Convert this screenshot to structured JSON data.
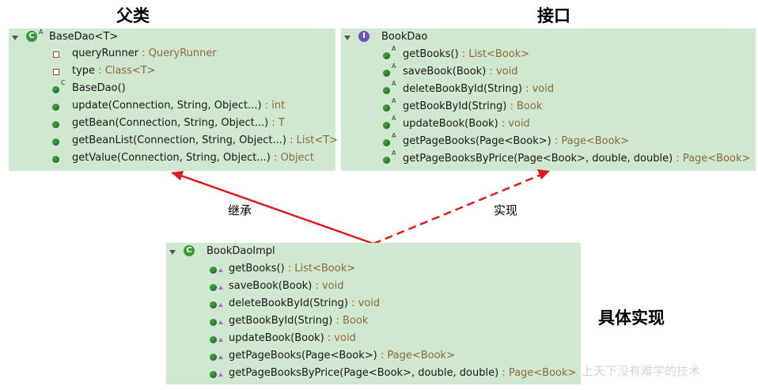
{
  "headings": {
    "parent": "父类",
    "interface": "接口",
    "impl": "具体实现"
  },
  "arrows": {
    "inherit": "继承",
    "implement": "实现"
  },
  "basedao": {
    "class_name": "BaseDao<T>",
    "fields": [
      {
        "name": "queryRunner",
        "type": " : QueryRunner"
      },
      {
        "name": "type",
        "type": " : Class<T>"
      }
    ],
    "constructor": "BaseDao()",
    "methods": [
      {
        "name": "update(Connection, String, Object...)",
        "type": " : int"
      },
      {
        "name": "getBean(Connection, String, Object...)",
        "type": " : T"
      },
      {
        "name": "getBeanList(Connection, String, Object...)",
        "type": " : List<T>"
      },
      {
        "name": "getValue(Connection, String, Object...)",
        "type": " : Object"
      }
    ]
  },
  "bookdao": {
    "interface_name": "BookDao",
    "methods": [
      {
        "name": "getBooks()",
        "type": " : List<Book>"
      },
      {
        "name": "saveBook(Book)",
        "type": " : void"
      },
      {
        "name": "deleteBookById(String)",
        "type": " : void"
      },
      {
        "name": "getBookById(String)",
        "type": " : Book"
      },
      {
        "name": "updateBook(Book)",
        "type": " : void"
      },
      {
        "name": "getPageBooks(Page<Book>)",
        "type": " : Page<Book>"
      },
      {
        "name": "getPageBooksByPrice(Page<Book>, double, double)",
        "type": " : Page<Book>"
      }
    ]
  },
  "impl": {
    "class_name": "BookDaoImpl",
    "methods": [
      {
        "name": "getBooks()",
        "type": " : List<Book>"
      },
      {
        "name": "saveBook(Book)",
        "type": " : void"
      },
      {
        "name": "deleteBookById(String)",
        "type": " : void"
      },
      {
        "name": "getBookById(String)",
        "type": " : Book"
      },
      {
        "name": "updateBook(Book)",
        "type": " : void"
      },
      {
        "name": "getPageBooks(Page<Book>)",
        "type": " : Page<Book>"
      },
      {
        "name": "getPageBooksByPrice(Page<Book>, double, double)",
        "type": " : Page<Book>"
      }
    ]
  },
  "watermark": "上天下没有难学的技术",
  "colors": {
    "panel": "#cfe8cf",
    "arrow": "#e21a1a",
    "type_text": "#8a6a3a"
  }
}
